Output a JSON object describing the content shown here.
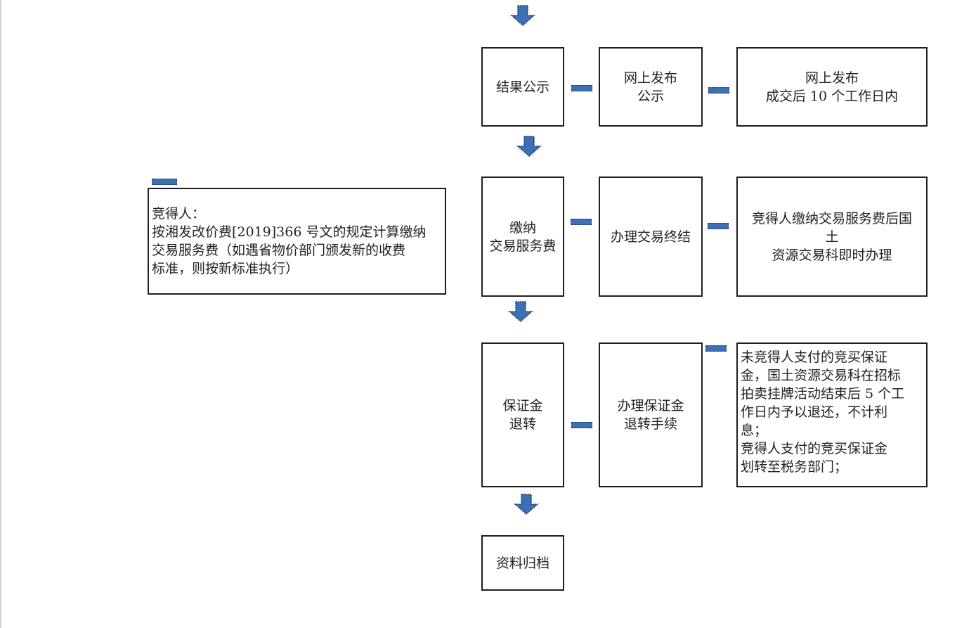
{
  "colors": {
    "border": "#1e1e1e",
    "arrow_fill": "#3e6fb3",
    "arrow_stroke": "#1d3c72"
  },
  "icons": {
    "down_arrow": "down-arrow-icon",
    "connector": "connector-icon"
  },
  "rows": {
    "result": {
      "step": "结果公示",
      "action": "网上发布\n公示",
      "note": "网上发布\n成交后 10 个工作日内"
    },
    "fee": {
      "step": "缴纳\n交易服务费",
      "action": "办理交易终结",
      "note": "竞得人缴纳交易服务费后国\n土\n资源交易科即时办理"
    },
    "deposit": {
      "step": "保证金\n退转",
      "action": "办理保证金\n退转手续",
      "note": "未竞得人支付的竞买保证\n金，国土资源交易科在招标\n拍卖挂牌活动结束后 5  个工\n作日内予以退还，不计利\n息；\n竞得人支付的竞买保证金\n划转至税务部门；"
    },
    "archive": {
      "step": "资料归档"
    }
  },
  "fee_rule": {
    "text": "竞得人：\n按湘发改价费[2019]366 号文的规定计算缴纳\n交易服务费（如遇省物价部门颁发新的收费\n标准，则按新标准执行）"
  }
}
